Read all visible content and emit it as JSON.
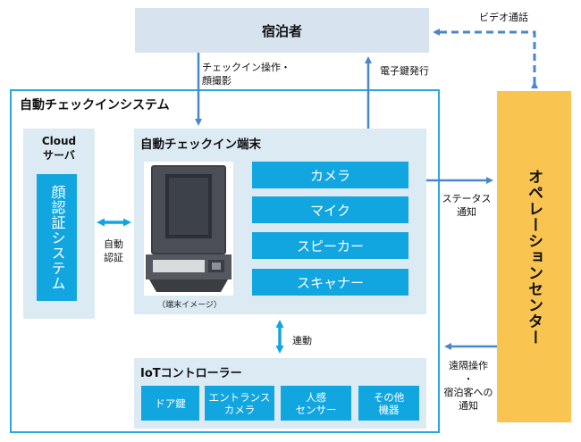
{
  "guest": {
    "label": "宿泊者"
  },
  "system": {
    "title": "自動チェックインシステム"
  },
  "cloud": {
    "title_line1": "Cloud",
    "title_line2": "サーバ",
    "face_system": "顔認証システム"
  },
  "terminal": {
    "title": "自動チェックイン端末",
    "image_caption": "（端末イメージ）",
    "components": [
      "カメラ",
      "マイク",
      "スピーカー",
      "スキャナー"
    ]
  },
  "iot": {
    "title": "IoTコントローラー",
    "devices": [
      {
        "line1": "ドア鍵",
        "line2": ""
      },
      {
        "line1": "エントランス",
        "line2": "カメラ"
      },
      {
        "line1": "人感",
        "line2": "センサー"
      },
      {
        "line1": "その他",
        "line2": "機器"
      }
    ]
  },
  "operations": {
    "label": "オペレーションセンター"
  },
  "connections": {
    "video_call": "ビデオ通話",
    "checkin_op_line1": "チェックイン操作・",
    "checkin_op_line2": "顔撮影",
    "e_key": "電子鍵発行",
    "auto_auth_line1": "自動",
    "auto_auth_line2": "認証",
    "status_line1": "ステータス",
    "status_line2": "通知",
    "link": "連動",
    "remote_line1": "遠隔操作",
    "remote_line2": "・",
    "remote_line3": "宿泊客への",
    "remote_line4": "通知"
  },
  "colors": {
    "primary_blue": "#12a6e0",
    "panel_bg": "#dceaf3",
    "guest_bg": "#d7e3ef",
    "arrow_blue": "#4a86c8",
    "ops_orange": "#f9c44f",
    "system_border": "#29a7dc"
  }
}
